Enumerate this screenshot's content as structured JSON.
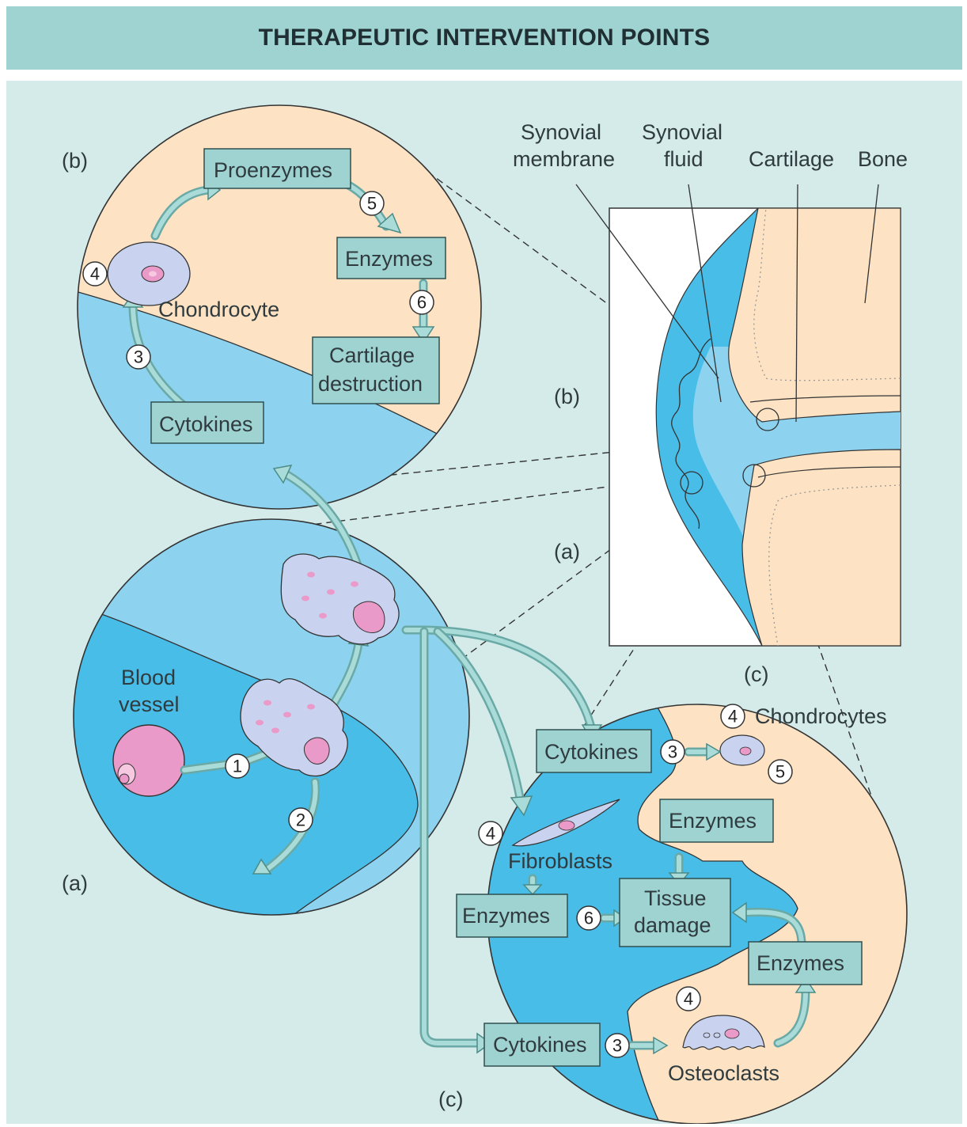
{
  "title": "THERAPEUTIC INTERVENTION POINTS",
  "panel_b": {
    "tag": "(b)",
    "proenzymes": "Proenzymes",
    "enzymes": "Enzymes",
    "cartilage_destruction_1": "Cartilage",
    "cartilage_destruction_2": "destruction",
    "chondrocyte": "Chondrocyte",
    "cytokines": "Cytokines",
    "n5": "5",
    "n6": "6",
    "n4": "4",
    "n3": "3"
  },
  "panel_a": {
    "tag": "(a)",
    "blood_vessel_1": "Blood",
    "blood_vessel_2": "vessel",
    "n1": "1",
    "n2": "2"
  },
  "joint": {
    "synovial_membrane_1": "Synovial",
    "synovial_membrane_2": "membrane",
    "synovial_fluid_1": "Synovial",
    "synovial_fluid_2": "fluid",
    "cartilage": "Cartilage",
    "bone": "Bone",
    "tag_b": "(b)",
    "tag_a": "(a)",
    "tag_c": "(c)"
  },
  "panel_c": {
    "tag": "(c)",
    "cytokines_top": "Cytokines",
    "chondrocytes": "Chondrocytes",
    "enzymes_top": "Enzymes",
    "fibroblasts": "Fibroblasts",
    "enzymes_left": "Enzymes",
    "tissue_damage_1": "Tissue",
    "tissue_damage_2": "damage",
    "enzymes_right": "Enzymes",
    "cytokines_bottom": "Cytokines",
    "osteoclasts": "Osteoclasts",
    "n4_chondro": "4",
    "n3_top": "3",
    "n5": "5",
    "n4_fibro": "4",
    "n6": "6",
    "n4_osteo": "4",
    "n3_bottom": "3"
  },
  "colors": {
    "background": "#d4ebe9",
    "title_bar": "#9fd3d1",
    "box_fill": "#9fd3d1",
    "fluid_blue": "#48bde8",
    "light_blue": "#8dd3f0",
    "cartilage_peach": "#fde3c3",
    "cell_lilac": "#c9d3f0",
    "nucleus_pink": "#e99ac8"
  }
}
